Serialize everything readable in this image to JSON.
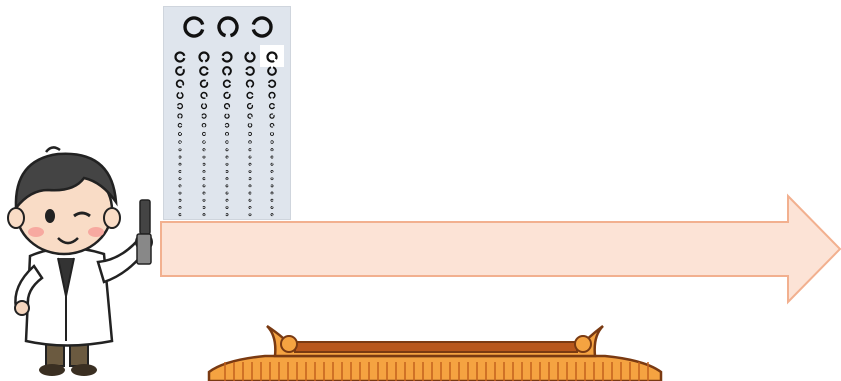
{
  "eye_chart": {
    "background": "#dfe5ed",
    "highlight": "#ffffff",
    "symbol": "landolt-c",
    "columns": 5
  },
  "arrow": {
    "fill": "#fce3d6",
    "stroke": "#f2b08f",
    "direction": "right"
  },
  "doctor": {
    "icon": "eye-doctor-cartoon",
    "coat_color": "#ffffff",
    "hair_color": "#333333"
  },
  "roof": {
    "icon": "temple-roof",
    "fill": "#f5a341",
    "outline": "#7a3a12"
  }
}
